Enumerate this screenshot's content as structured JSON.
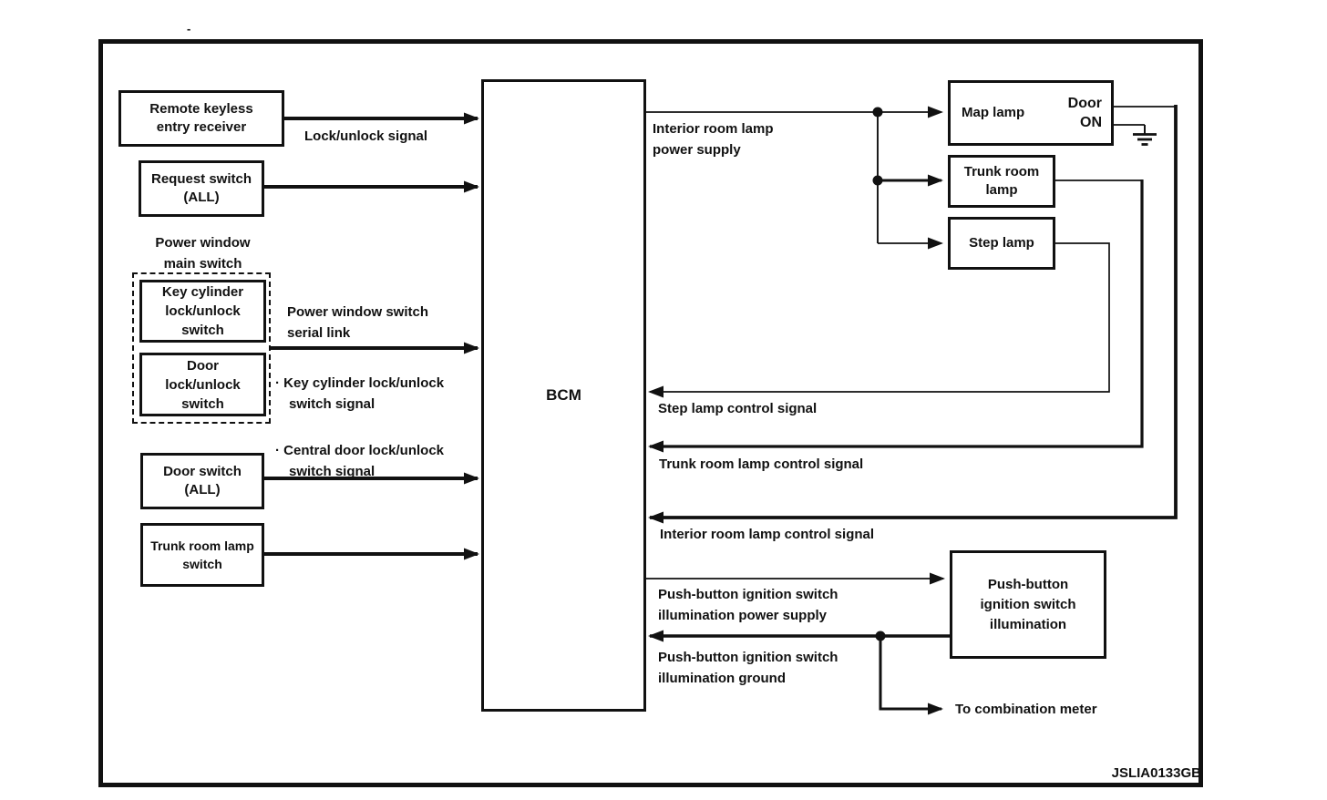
{
  "figure_code": "JSLIA0133GB",
  "stray_mark": "-",
  "bcm": {
    "label": "BCM"
  },
  "inputs": [
    {
      "label": "Remote keyless\nentry receiver"
    },
    {
      "label": "Request switch\n(ALL)"
    },
    {
      "label": "Key cylinder\nlock/unlock\nswitch"
    },
    {
      "label": "Door\nlock/unlock\nswitch"
    },
    {
      "label": "Door switch\n(ALL)"
    },
    {
      "label": "Trunk room lamp\nswitch"
    }
  ],
  "group_label": "Power window\nmain switch",
  "outputs": [
    {
      "label": "Map lamp",
      "note": "Door\nON"
    },
    {
      "label": "Trunk room\nlamp"
    },
    {
      "label": "Step lamp"
    },
    {
      "label": "Push-button\nignition switch\nillumination"
    }
  ],
  "signals": {
    "lock_unlock": "Lock/unlock signal",
    "serial_link": "Power window switch\nserial link",
    "serial_items": [
      "· Key cylinder lock/unlock\nswitch signal",
      "· Central door lock/unlock\nswitch signal"
    ],
    "interior_power": "Interior room lamp\npower supply",
    "step_control": "Step lamp control signal",
    "trunk_control": "Trunk room lamp control signal",
    "interior_control": "Interior room lamp control signal",
    "pb_power": "Push-button ignition switch\nillumination power supply",
    "pb_ground": "Push-button ignition switch\nillumination ground",
    "to_combination_meter": "To combination meter"
  },
  "colors": {
    "ink": "#111111",
    "background": "#ffffff"
  }
}
